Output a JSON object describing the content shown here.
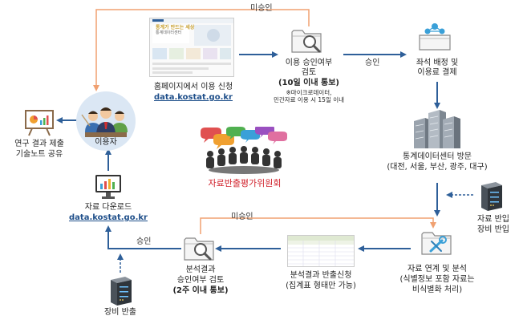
{
  "nodes": {
    "homepage": {
      "line1": "홈페이지에서 이용 신청",
      "url": "data.kostat.go.kr",
      "thumb_title": "통계가 만드는 세상",
      "thumb_sub": "통계데이터센터"
    },
    "approval_review": {
      "line1": "이용 승인여부",
      "line2": "검토",
      "line3": "(10일 이내 통보)",
      "note1": "※마이크로데이터,",
      "note2": "민간자료 이용 시 15일 이내"
    },
    "seat_assign": {
      "line1": "좌석 배정 및",
      "line2": "이용료 결제"
    },
    "data_center": {
      "line1": "통계데이터센터 방문",
      "line2": "(대전, 서울, 부산, 광주, 대구)"
    },
    "data_import": {
      "line1": "자료 반입",
      "line2": "장비 반입"
    },
    "analysis": {
      "line1": "자료 연계 및 분석",
      "line2": "(식별정보 포함 자료는",
      "line3": "비식별화 처리)"
    },
    "export_request": {
      "line1": "분석결과 반출신청",
      "line2": "(집계표 형태만 가능)"
    },
    "export_review": {
      "line1": "분석결과",
      "line2": "승인여부 검토",
      "line3": "(2주 이내 통보)"
    },
    "equipment_out": {
      "line1": "장비 반출"
    },
    "download": {
      "line1": "자료 다운로드",
      "url": "data.kostat.go.kr"
    },
    "user": {
      "line1": "이용자"
    },
    "research": {
      "line1": "연구 결과 제출",
      "line2": "기술노트 공유"
    },
    "committee": {
      "line1": "자료반출평가위원회"
    }
  },
  "flows": {
    "not_approved_top": "미승인",
    "approved_top": "승인",
    "not_approved_bottom": "미승인",
    "approved_bottom": "승인"
  },
  "colors": {
    "arrow_blue": "#2e5f99",
    "arrow_orange": "#f0a070",
    "accent_cyan": "#3aa0d8",
    "link_blue": "#1f4f8a",
    "red": "#d0202a"
  },
  "icons": [
    "folder-search-icon",
    "folder-nodes-icon",
    "folder-tools-icon",
    "server-rack-icon",
    "data-center-buildings-icon",
    "people-group-icon",
    "monitor-chart-icon",
    "presentation-board-icon",
    "website-thumbnail-icon",
    "committee-people-icon"
  ]
}
